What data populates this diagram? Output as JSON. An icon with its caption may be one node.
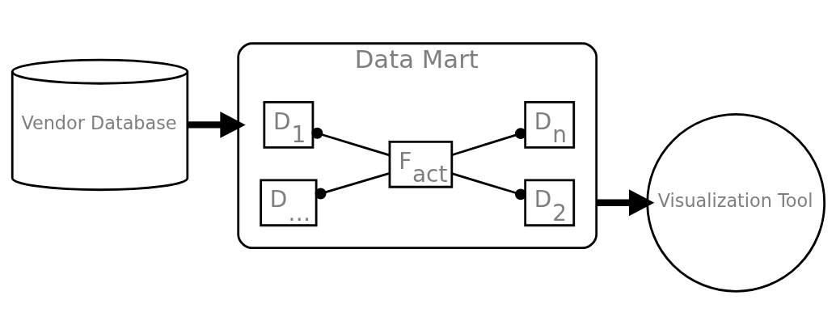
{
  "diagram": {
    "nodes": [
      {
        "text": [
          "Vendor Database"
        ]
      },
      {
        "text": [
          "Data Mart"
        ]
      },
      {
        "text": [
          "D$_{1}$"
        ],
        "in": 1
      },
      {
        "text": [
          "D$_{2}$"
        ],
        "in": 1
      },
      {
        "text": [
          "F$_{act}$"
        ],
        "in": 1
      },
      {
        "text": [
          "D$_{…}$"
        ],
        "in": 1
      },
      {
        "text": [
          "D$_{n}$"
        ],
        "in": 1
      },
      {
        "text": [
          "Visualization Tool"
        ]
      }
    ],
    "edges": [
      {
        "from": 0,
        "to": 1,
        "arrow": "to",
        "style": "thick"
      },
      {
        "from": 1,
        "to": 7,
        "arrow": "to",
        "style": "thick"
      },
      {
        "from": 4,
        "to": 2,
        "arrow": "other"
      },
      {
        "from": 4,
        "to": 3,
        "arrow": "other"
      },
      {
        "from": 4,
        "to": 5,
        "arrow": "other"
      },
      {
        "from": 4,
        "to": 6,
        "arrow": "other"
      }
    ]
  }
}
